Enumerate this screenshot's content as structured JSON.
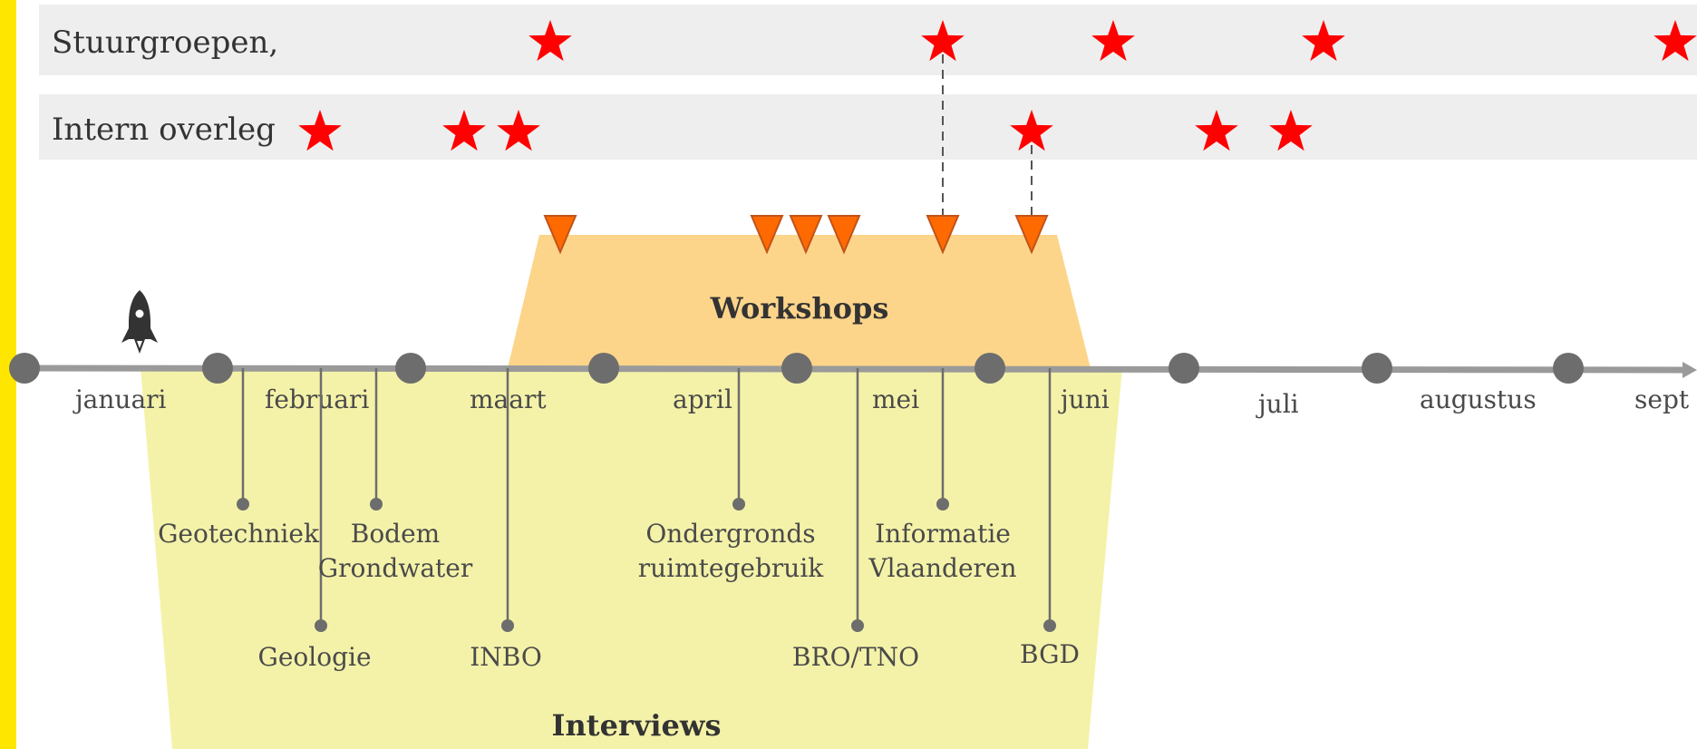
{
  "colors": {
    "sidebar": "#FFE600",
    "band_bg": "#EEEEEE",
    "star": "#FF0000",
    "triangle": "#FF6A00",
    "workshops_area": "#FCD58A",
    "interviews_area": "#F4F2A8",
    "axis": "#9A9A9A",
    "node": "#6D6D6D",
    "text": "#4A4A4A"
  },
  "bands": {
    "stuurgroepen": "Stuurgroepen,",
    "intern_overleg": "Intern overleg"
  },
  "months": [
    "januari",
    "februari",
    "maart",
    "april",
    "mei",
    "juni",
    "juli",
    "augustus",
    "sept"
  ],
  "phases": {
    "workshops": "Workshops",
    "interviews": "Interviews"
  },
  "topics": {
    "geotechniek": "Geotechniek",
    "bodem": "Bodem",
    "grondwater": "Grondwater",
    "geologie": "Geologie",
    "inbo": "INBO",
    "ondergronds_1": "Ondergronds",
    "ondergronds_2": "ruimtegebruik",
    "informatie": "Informatie",
    "vlaanderen": "Vlaanderen",
    "bro_tno": "BRO/TNO",
    "bgd": "BGD"
  },
  "icons": {
    "start": "rocket-icon",
    "meeting": "star-icon",
    "workshop": "triangle-marker-icon"
  }
}
